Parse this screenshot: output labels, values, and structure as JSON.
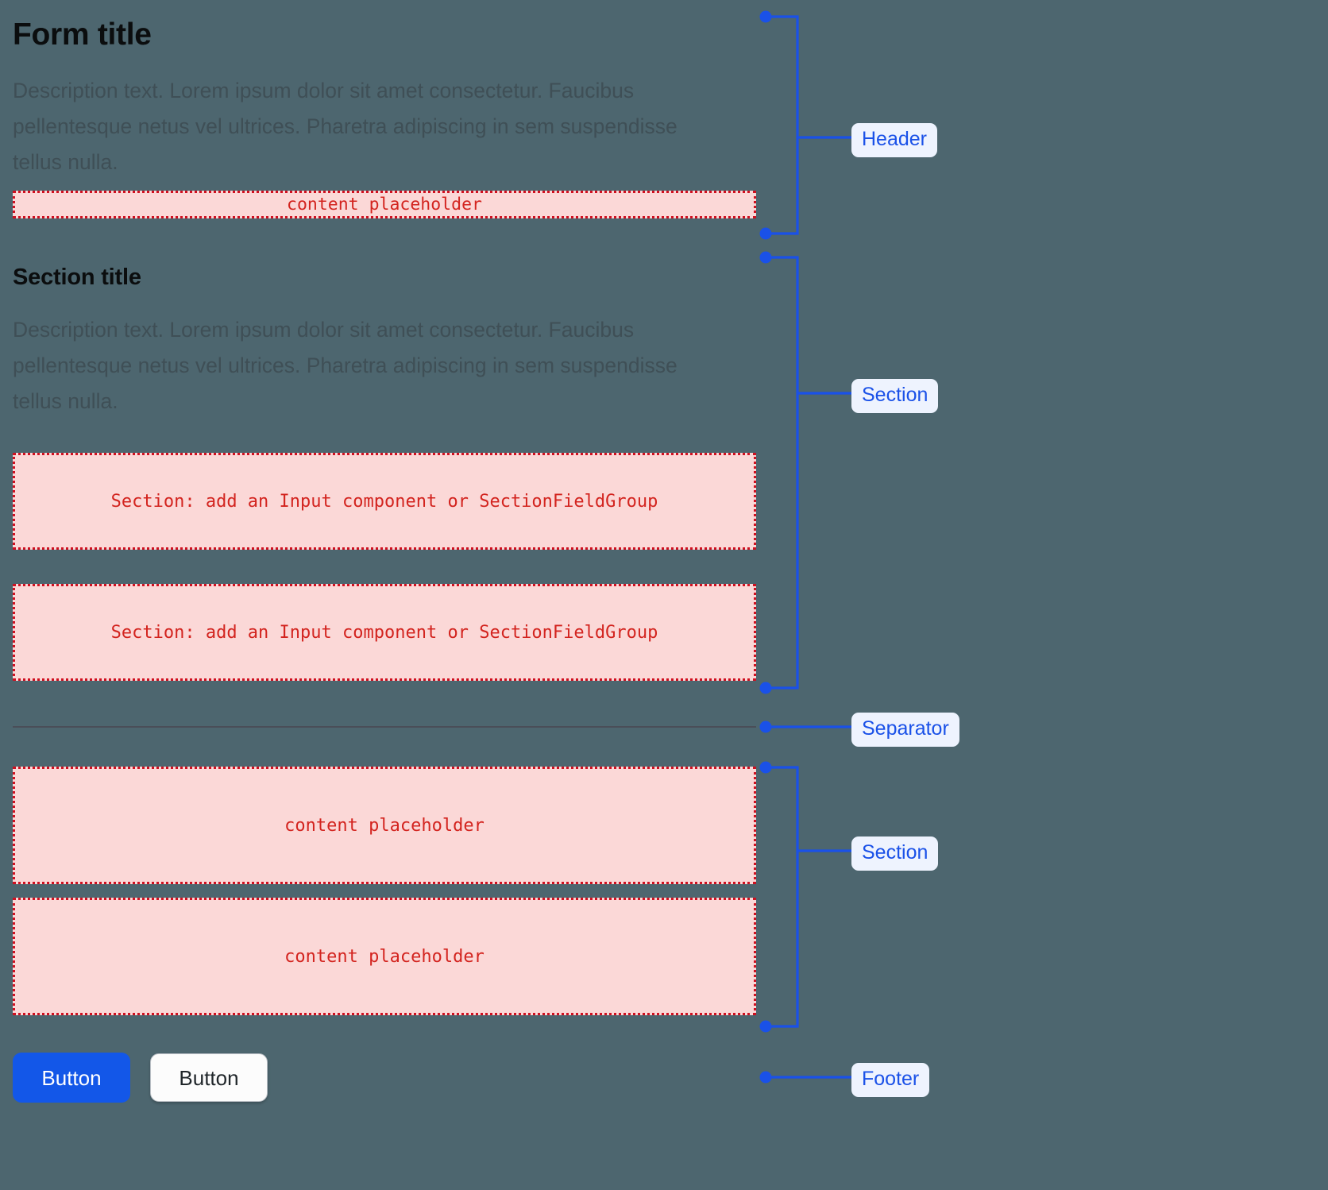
{
  "page": {
    "background_color": "#4d666f",
    "accent_color": "#1a51e8",
    "placeholder_color": "#d3241f",
    "placeholder_fill": "#fbd8d7"
  },
  "header": {
    "title": "Form title",
    "description": "Description text. Lorem ipsum dolor sit amet consectetur. Faucibus pellentesque netus vel ultrices. Pharetra adipiscing in sem suspendisse tellus nulla.",
    "placeholder": "content placeholder"
  },
  "section": {
    "title": "Section title",
    "description": "Description text. Lorem ipsum dolor sit amet consectetur. Faucibus pellentesque netus vel ultrices. Pharetra adipiscing in sem suspendisse tellus nulla.",
    "field_placeholder_a": "Section: add an Input component or SectionFieldGroup",
    "field_placeholder_b": "Section: add an Input component or SectionFieldGroup"
  },
  "section_two": {
    "placeholder_a": "content placeholder",
    "placeholder_b": "content placeholder"
  },
  "footer": {
    "primary_button": "Button",
    "secondary_button": "Button"
  },
  "annotations": {
    "header_label": "Header",
    "section_label": "Section",
    "separator_label": "Separator",
    "section_two_label": "Section",
    "footer_label": "Footer"
  }
}
